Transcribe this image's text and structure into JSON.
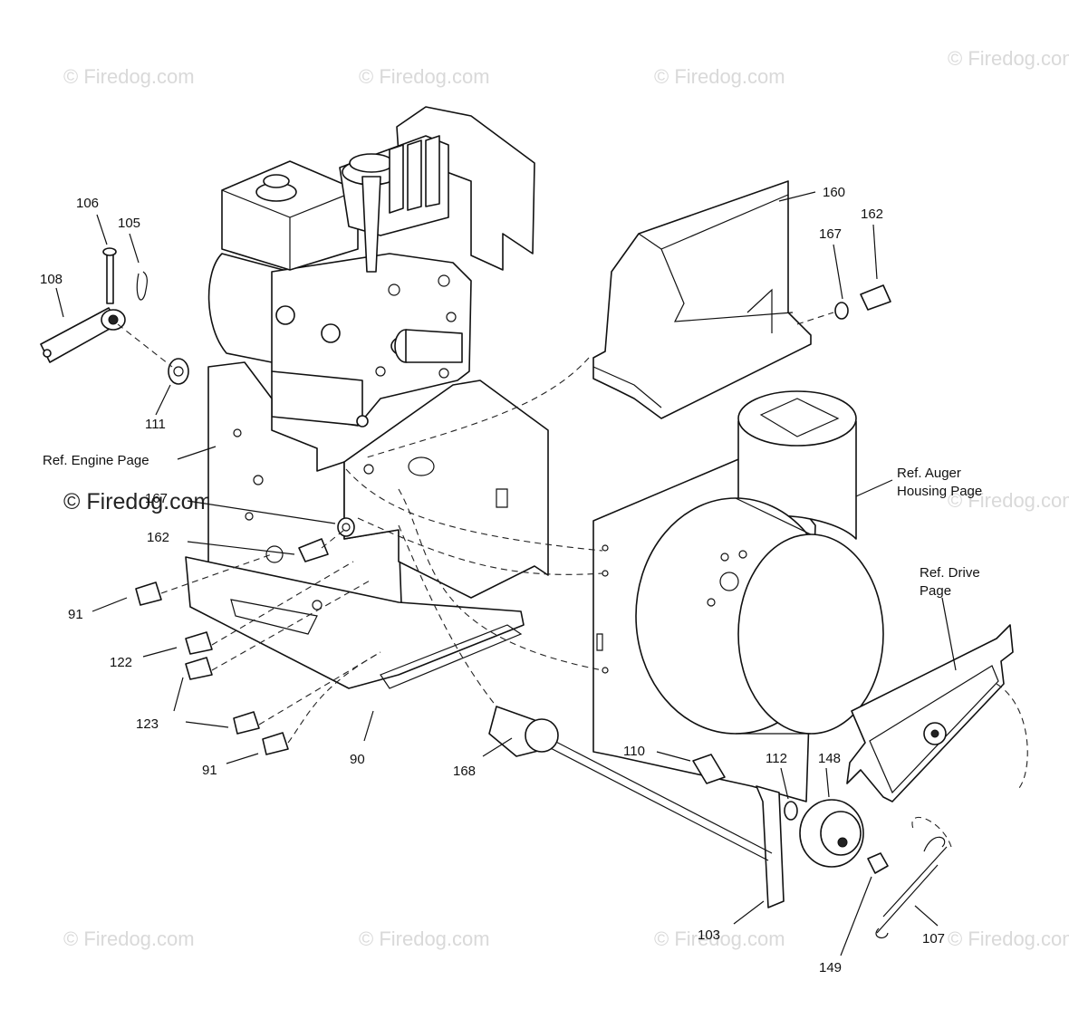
{
  "watermark": "© Firedog.com",
  "watermark_prominent": "© Firedog.com",
  "labels": {
    "p106": "106",
    "p105": "105",
    "p108": "108",
    "p111": "111",
    "ref_engine": "Ref. Engine Page",
    "p167a": "167",
    "p162a": "162",
    "p91a": "91",
    "p122": "122",
    "p123": "123",
    "p91b": "91",
    "p90": "90",
    "p168": "168",
    "p160": "160",
    "p167b": "167",
    "p162b": "162",
    "ref_auger_1": "Ref. Auger",
    "ref_auger_2": "Housing Page",
    "ref_drive_1": "Ref. Drive",
    "ref_drive_2": "Page",
    "p110": "110",
    "p112": "112",
    "p148": "148",
    "p103": "103",
    "p149": "149",
    "p107": "107"
  }
}
